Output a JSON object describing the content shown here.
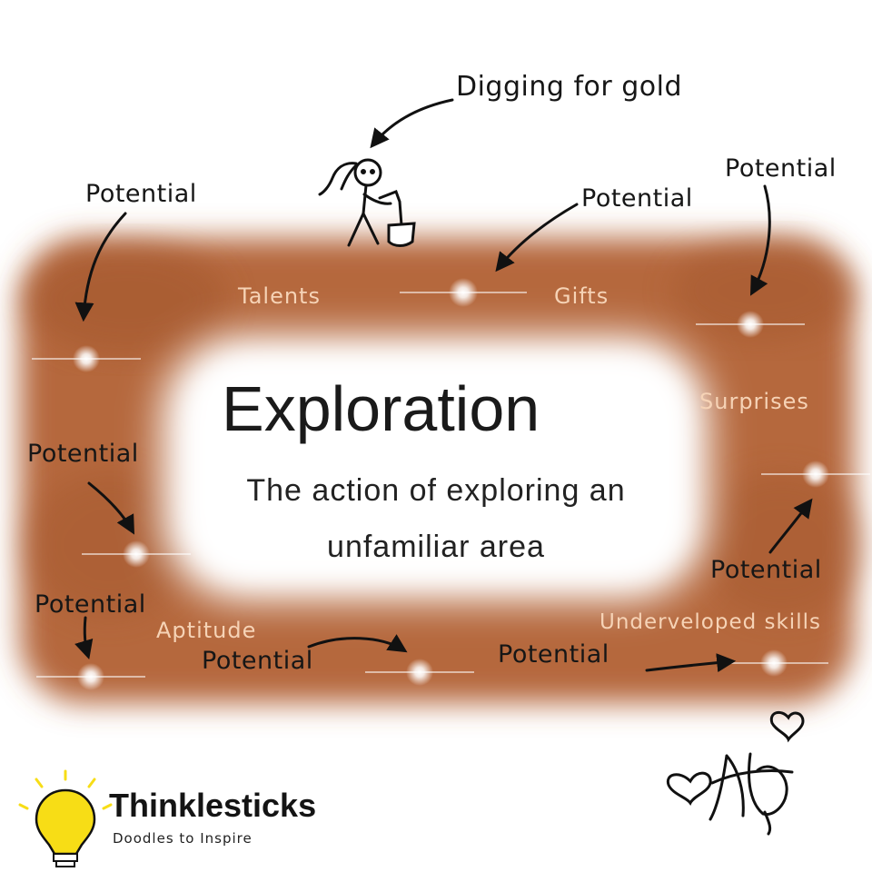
{
  "heading": {
    "title": "Exploration",
    "definition_line1": "The action of exploring an",
    "definition_line2": "unfamiliar area"
  },
  "annotations": {
    "digging": "Digging for gold",
    "potential": "Potential"
  },
  "highlights": {
    "talents": "Talents",
    "gifts": "Gifts",
    "surprises": "Surprises",
    "aptitude": "Aptitude",
    "undeveloped_skills": "Underveloped skills"
  },
  "branding": {
    "name": "Thinklesticks",
    "tagline": "Doodles to Inspire"
  },
  "colors": {
    "frame": "#b5673e",
    "frame_dark": "#a4582f",
    "sparkle": "#ffffff",
    "highlight_text": "#f6d3b6",
    "bulb": "#f7dd16"
  }
}
